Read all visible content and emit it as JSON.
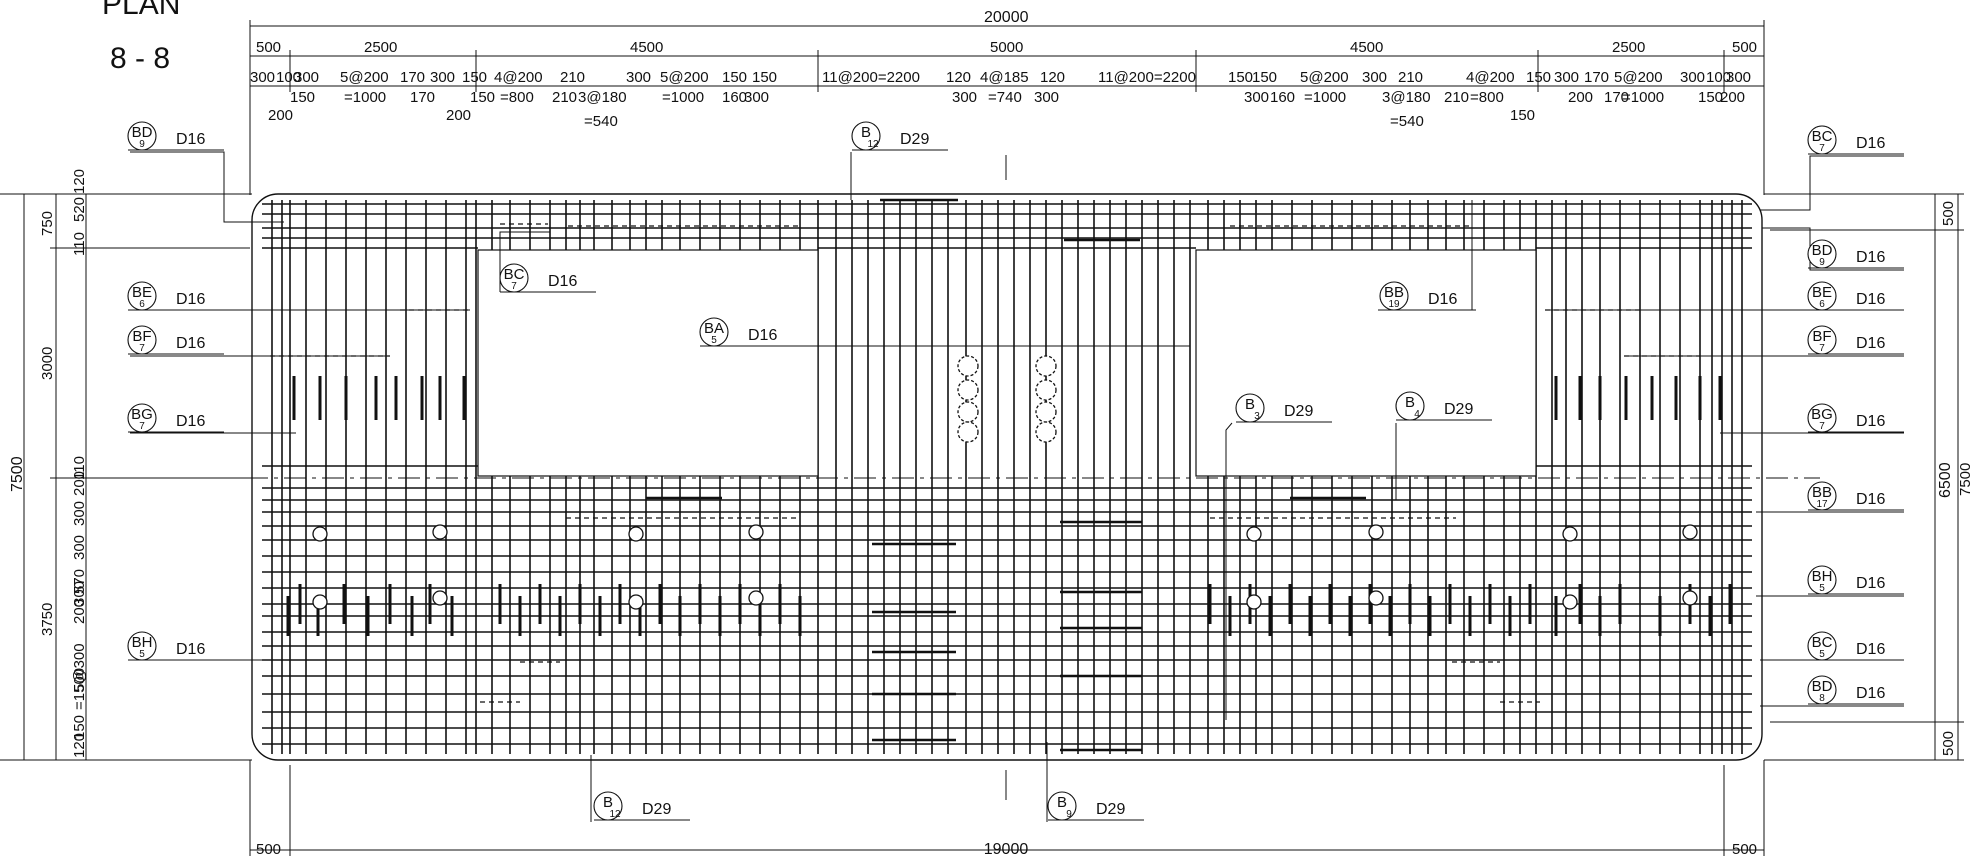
{
  "title": {
    "line1": "PLAN",
    "line2": "8 - 8"
  },
  "dims": {
    "top_total": "20000",
    "top_segments": [
      "500",
      "2500",
      "4500",
      "5000",
      "4500",
      "2500",
      "500"
    ],
    "row1": [
      "300",
      "100",
      "300",
      "5@200",
      "170",
      "300",
      "150",
      "4@200",
      "210",
      "300",
      "5@200",
      "150",
      "150",
      "11@200=2200",
      "120",
      "4@185",
      "120",
      "11@200=2200",
      "150",
      "150",
      "5@200",
      "300",
      "210",
      "4@200",
      "150",
      "300",
      "170",
      "5@200",
      "300",
      "100",
      "300"
    ],
    "row2": [
      "150",
      "=1000",
      "170",
      "150",
      "=800",
      "210",
      "3@180",
      "=1000",
      "160",
      "300",
      "300",
      "=740",
      "300",
      "300",
      "160",
      "=1000",
      "3@180",
      "210",
      "=800",
      "200",
      "170",
      "=1000",
      "150",
      "200"
    ],
    "row3": [
      "200",
      "200",
      "=540",
      "=540",
      "150"
    ],
    "bottom_total": "19000",
    "bottom_left": "500",
    "bottom_right": "500",
    "left_total": "7500",
    "left_a": "750",
    "left_b": "3000",
    "left_c": "3750",
    "left_small": [
      "120",
      "520",
      "110",
      "110",
      "200",
      "300",
      "300",
      "570",
      "300",
      "200",
      "5@300",
      "=1500",
      "150",
      "120"
    ],
    "right_total": "6500",
    "right_top": "500",
    "right_bottom": "500",
    "right_cut": "7500"
  },
  "bars": [
    {
      "id": "bd9-left",
      "letter": "BD",
      "sub": "9",
      "size": "D16"
    },
    {
      "id": "be6-left",
      "letter": "BE",
      "sub": "6",
      "size": "D16"
    },
    {
      "id": "bf7-left",
      "letter": "BF",
      "sub": "7",
      "size": "D16"
    },
    {
      "id": "bg7-left",
      "letter": "BG",
      "sub": "7",
      "size": "D16"
    },
    {
      "id": "bh5-left",
      "letter": "BH",
      "sub": "5",
      "size": "D16"
    },
    {
      "id": "bc7-in",
      "letter": "BC",
      "sub": "7",
      "size": "D16"
    },
    {
      "id": "ba5",
      "letter": "BA",
      "sub": "5",
      "size": "D16"
    },
    {
      "id": "b12-top",
      "letter": "B",
      "sub": "12",
      "size": "D29"
    },
    {
      "id": "bb19",
      "letter": "BB",
      "sub": "19",
      "size": "D16"
    },
    {
      "id": "b3",
      "letter": "B",
      "sub": "3",
      "size": "D29"
    },
    {
      "id": "b4",
      "letter": "B",
      "sub": "4",
      "size": "D29"
    },
    {
      "id": "b12-bot",
      "letter": "B",
      "sub": "12",
      "size": "D29"
    },
    {
      "id": "b9",
      "letter": "B",
      "sub": "9",
      "size": "D29"
    },
    {
      "id": "bc7-right",
      "letter": "BC",
      "sub": "7",
      "size": "D16"
    },
    {
      "id": "bd9-right",
      "letter": "BD",
      "sub": "9",
      "size": "D16"
    },
    {
      "id": "be6-right",
      "letter": "BE",
      "sub": "6",
      "size": "D16"
    },
    {
      "id": "bf7-right",
      "letter": "BF",
      "sub": "7",
      "size": "D16"
    },
    {
      "id": "bg7-right",
      "letter": "BG",
      "sub": "7",
      "size": "D16"
    },
    {
      "id": "bb17",
      "letter": "BB",
      "sub": "17",
      "size": "D16"
    },
    {
      "id": "bh5-right",
      "letter": "BH",
      "sub": "5",
      "size": "D16"
    },
    {
      "id": "bc5-right",
      "letter": "BC",
      "sub": "5",
      "size": "D16"
    },
    {
      "id": "bd8-right",
      "letter": "BD",
      "sub": "8",
      "size": "D16"
    }
  ]
}
